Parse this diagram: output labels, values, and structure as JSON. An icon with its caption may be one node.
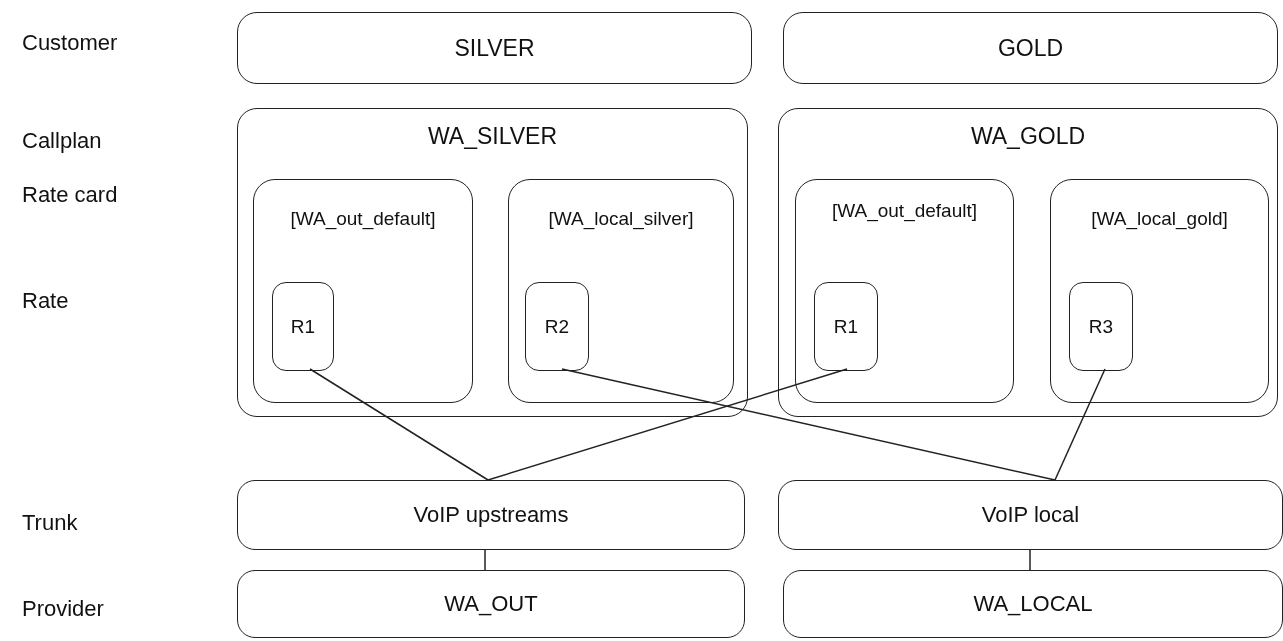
{
  "diagram": {
    "nodes": [
      {
        "text": [
          "SILVER"
        ]
      },
      {
        "text": [
          "GOLD"
        ]
      },
      {
        "text": [
          "WA_SILVER"
        ]
      },
      {
        "text": [
          "[WA_out_default]"
        ],
        "in": 2
      },
      {
        "text": [
          "R1"
        ],
        "in": 3
      },
      {
        "text": [
          "[WA_local_silver]"
        ],
        "in": 2
      },
      {
        "text": [
          "R2"
        ],
        "in": 5
      },
      {
        "text": [
          "WA_GOLD"
        ]
      },
      {
        "text": [
          "[WA_out_default]"
        ],
        "in": 7
      },
      {
        "text": [
          "R1"
        ],
        "in": 8
      },
      {
        "text": [
          "[WA_local_gold]"
        ],
        "in": 7
      },
      {
        "text": [
          "R3"
        ],
        "in": 10
      },
      {
        "text": [
          "VoIP upstreams"
        ]
      },
      {
        "text": [
          "VoIP local"
        ]
      },
      {
        "text": [
          "WA_OUT"
        ]
      },
      {
        "text": [
          "WA_LOCAL"
        ]
      }
    ],
    "edges": [
      {
        "from": 4,
        "to": 12,
        "arrow": "none"
      },
      {
        "from": 9,
        "to": 12,
        "arrow": "none"
      },
      {
        "from": 6,
        "to": 13,
        "arrow": "none"
      },
      {
        "from": 11,
        "to": 13,
        "arrow": "none"
      },
      {
        "from": 12,
        "to": 14,
        "arrow": "none"
      },
      {
        "from": 13,
        "to": 15,
        "arrow": "none"
      }
    ],
    "labels": [
      "Customer",
      "Callplan",
      "Rate card",
      "Rate",
      "Trunk",
      "Provider"
    ]
  }
}
